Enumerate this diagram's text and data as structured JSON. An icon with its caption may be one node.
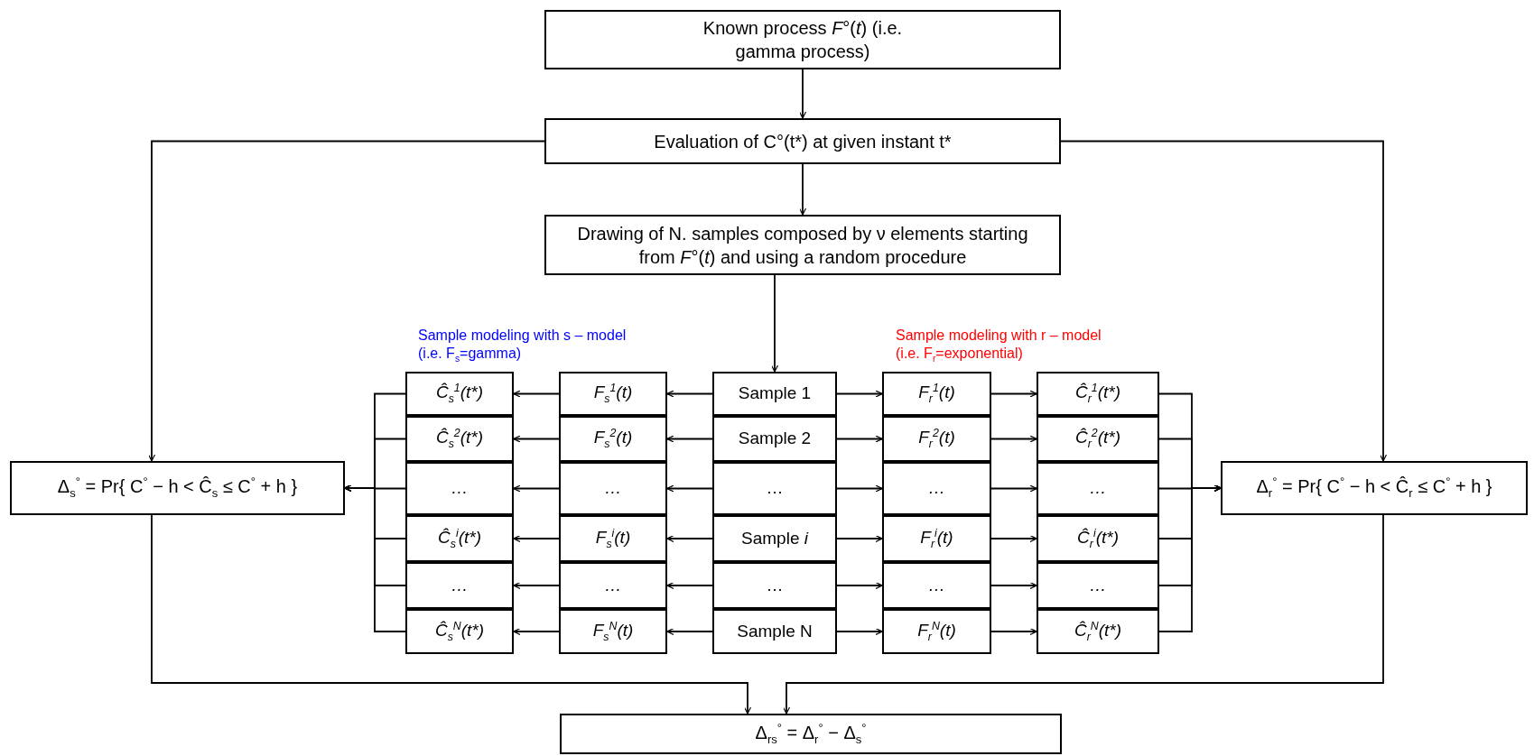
{
  "diagram": {
    "nodes": [
      {
        "text": [
          "Known process *F*°(*t*) (i.e. gamma process)"
        ]
      },
      {
        "text": [
          "Evaluation of C°(t*) at given instant t*"
        ]
      },
      {
        "text": [
          "Drawing of N. samples composed by ν elements starting from *F*°(*t*) and using a random procedure"
        ]
      },
      {
        "text": [
          "Ĉ$_{s}$$^{1}$(t*)"
        ]
      },
      {
        "text": [
          "F$_{s}$$^{1}$(t)"
        ]
      },
      {
        "text": [
          "Sample 1"
        ]
      },
      {
        "text": [
          "F$_{r}$$^{1}$(t)"
        ]
      },
      {
        "text": [
          "Ĉ$_{r}$$^{1}$(t*)"
        ]
      },
      {
        "text": [
          "Ĉ$_{s}$$^{2}$(t*)"
        ]
      },
      {
        "text": [
          "F$_{s}$$^{2}$(t)"
        ]
      },
      {
        "text": [
          "Sample 2"
        ]
      },
      {
        "text": [
          "F$_{r}$$^{2}$(t)"
        ]
      },
      {
        "text": [
          "Ĉ$_{r}$$^{2}$(t*)"
        ]
      },
      {
        "text": [
          "…"
        ]
      },
      {
        "text": [
          "…"
        ]
      },
      {
        "text": [
          "…"
        ]
      },
      {
        "text": [
          "…"
        ]
      },
      {
        "text": [
          "…"
        ]
      },
      {
        "text": [
          "Ĉ$_{s}$$^{i}$(t*)"
        ]
      },
      {
        "text": [
          "F$_{s}$$^{i}$(t)"
        ]
      },
      {
        "text": [
          "Sample *i*"
        ]
      },
      {
        "text": [
          "F$_{r}$$^{i}$(t)"
        ]
      },
      {
        "text": [
          "Ĉ$_{r}$$^{i}$(t*)"
        ]
      },
      {
        "text": [
          "…"
        ]
      },
      {
        "text": [
          "…"
        ]
      },
      {
        "text": [
          "…"
        ]
      },
      {
        "text": [
          "…"
        ]
      },
      {
        "text": [
          "…"
        ]
      },
      {
        "text": [
          "Ĉ$_{s}$$^{N}$(t*)"
        ]
      },
      {
        "text": [
          "F$_{s}$$^{N}$(t)"
        ]
      },
      {
        "text": [
          "Sample N"
        ]
      },
      {
        "text": [
          "F$_{r}$$^{N}$(t)"
        ]
      },
      {
        "text": [
          "Ĉ$_{r}$$^{N}$(t*)"
        ]
      },
      {
        "text": [
          "Δ$_{s}$$^{°}$ = Pr{ C$^{°}$ − h < Ĉ$_{s}$ ≤ C$^{°}$ + h }"
        ]
      },
      {
        "text": [
          "Δ$_{r}$$^{°}$ = Pr{ C$^{°}$ − h < Ĉ$_{r}$ ≤ C$^{°}$ + h }"
        ]
      },
      {
        "text": [
          "Δ$_{rs}$$^{°}$ = Δ$_{r}$$^{°}$ − Δ$_{s}$$^{°}$"
        ]
      }
    ],
    "edges": [
      {
        "from": 0,
        "to": 1,
        "arrow": "to"
      },
      {
        "from": 1,
        "to": 2,
        "arrow": "to"
      },
      {
        "from": 1,
        "to": 33,
        "arrow": "to"
      },
      {
        "from": 1,
        "to": 34,
        "arrow": "to"
      },
      {
        "from": 2,
        "to": 5,
        "arrow": "to"
      },
      {
        "from": 5,
        "to": 4,
        "arrow": "to"
      },
      {
        "from": 4,
        "to": 3,
        "arrow": "to"
      },
      {
        "from": 5,
        "to": 6,
        "arrow": "to"
      },
      {
        "from": 6,
        "to": 7,
        "arrow": "to"
      },
      {
        "from": 10,
        "to": 9,
        "arrow": "to"
      },
      {
        "from": 9,
        "to": 8,
        "arrow": "to"
      },
      {
        "from": 10,
        "to": 11,
        "arrow": "to"
      },
      {
        "from": 11,
        "to": 12,
        "arrow": "to"
      },
      {
        "from": 15,
        "to": 14,
        "arrow": "to"
      },
      {
        "from": 14,
        "to": 13,
        "arrow": "to"
      },
      {
        "from": 15,
        "to": 16,
        "arrow": "to"
      },
      {
        "from": 16,
        "to": 17,
        "arrow": "to"
      },
      {
        "from": 20,
        "to": 19,
        "arrow": "to"
      },
      {
        "from": 19,
        "to": 18,
        "arrow": "to"
      },
      {
        "from": 20,
        "to": 21,
        "arrow": "to"
      },
      {
        "from": 21,
        "to": 22,
        "arrow": "to"
      },
      {
        "from": 25,
        "to": 24,
        "arrow": "to"
      },
      {
        "from": 24,
        "to": 23,
        "arrow": "to"
      },
      {
        "from": 25,
        "to": 26,
        "arrow": "to"
      },
      {
        "from": 26,
        "to": 27,
        "arrow": "to"
      },
      {
        "from": 30,
        "to": 29,
        "arrow": "to"
      },
      {
        "from": 29,
        "to": 28,
        "arrow": "to"
      },
      {
        "from": 30,
        "to": 31,
        "arrow": "to"
      },
      {
        "from": 31,
        "to": 32,
        "arrow": "to"
      },
      {
        "from": 3,
        "to": 33,
        "arrow": "to"
      },
      {
        "from": 8,
        "to": 33,
        "arrow": "to"
      },
      {
        "from": 13,
        "to": 33,
        "arrow": "to"
      },
      {
        "from": 18,
        "to": 33,
        "arrow": "to"
      },
      {
        "from": 23,
        "to": 33,
        "arrow": "to"
      },
      {
        "from": 28,
        "to": 33,
        "arrow": "to"
      },
      {
        "from": 7,
        "to": 34,
        "arrow": "to"
      },
      {
        "from": 12,
        "to": 34,
        "arrow": "to"
      },
      {
        "from": 17,
        "to": 34,
        "arrow": "to"
      },
      {
        "from": 22,
        "to": 34,
        "arrow": "to"
      },
      {
        "from": 27,
        "to": 34,
        "arrow": "to"
      },
      {
        "from": 32,
        "to": 34,
        "arrow": "to"
      },
      {
        "from": 33,
        "to": 35,
        "arrow": "to"
      },
      {
        "from": 34,
        "to": 35,
        "arrow": "to"
      }
    ],
    "labels": [
      "Sample modeling with s – model (i.e. F$_{s}$=gamma)",
      "Sample modeling with r – model (i.e. F$_{r}$=exponential)"
    ]
  }
}
